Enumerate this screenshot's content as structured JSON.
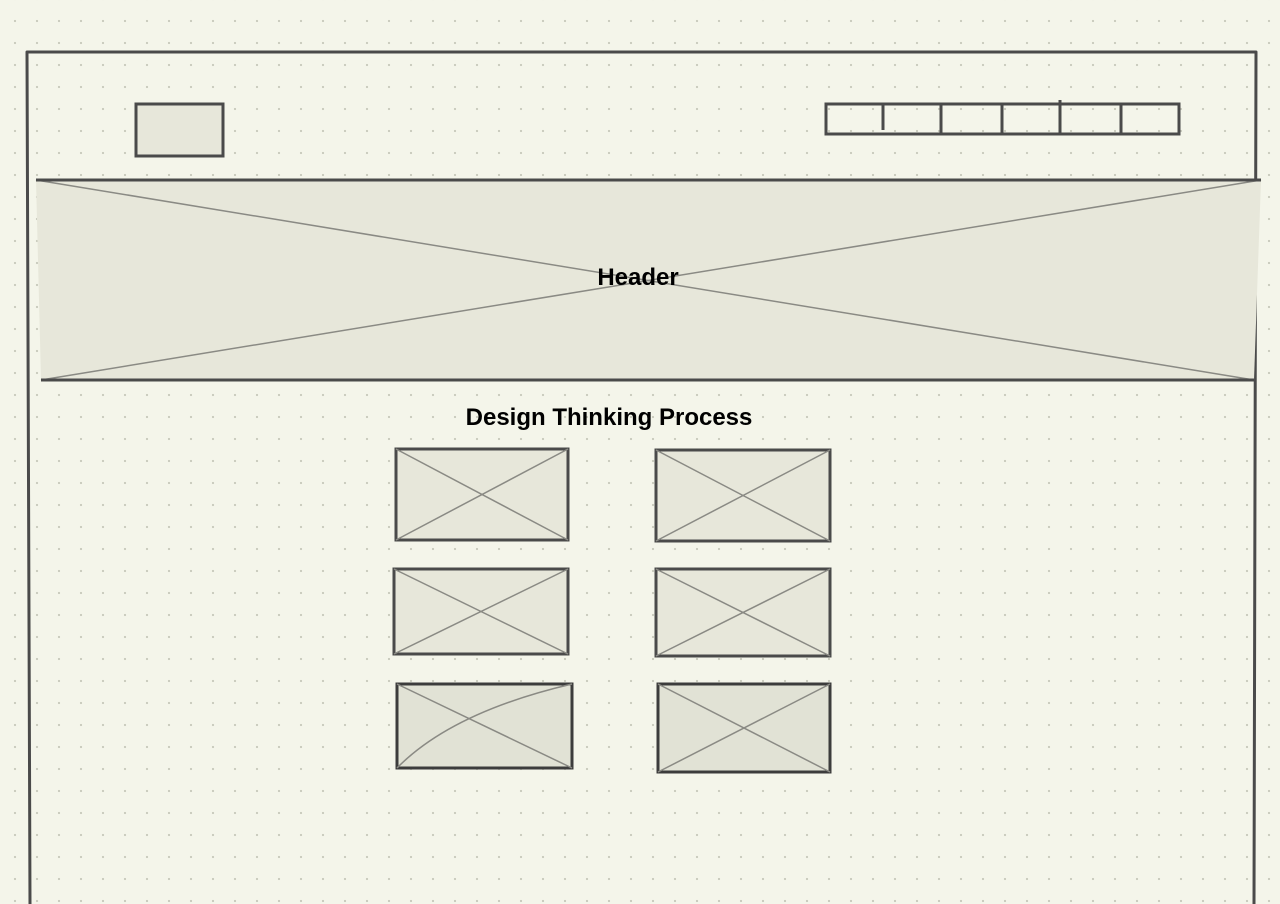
{
  "header": {
    "label": "Header"
  },
  "section": {
    "title": "Design Thinking Process"
  },
  "nav": {
    "segments": 6
  },
  "placeholders": {
    "count": 6
  },
  "colors": {
    "background": "#f4f5ea",
    "stroke": "#4a4a4a",
    "fill": "#e7e7da",
    "cross": "#8a8a84"
  }
}
